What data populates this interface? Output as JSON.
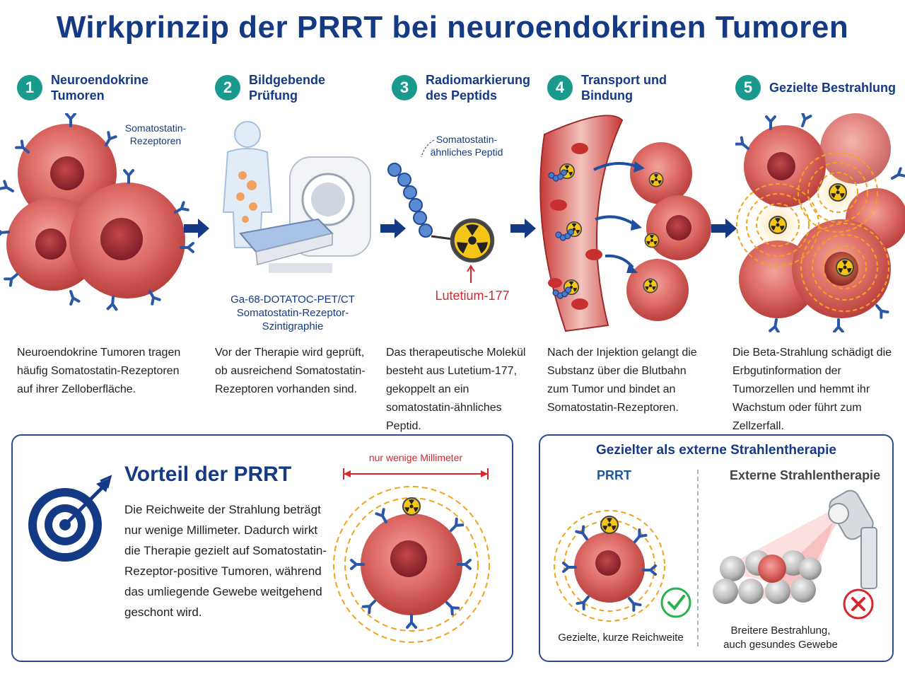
{
  "title": "Wirkprinzip der PRRT bei neuroendokrinen Tumoren",
  "steps": [
    {
      "num": "1",
      "title": "Neuroendokrine Tumoren",
      "desc": "Neuroendokrine Tumoren tragen häufig Somatostatin-Rezeptoren auf ihrer Zelloberfläche."
    },
    {
      "num": "2",
      "title": "Bildgebende Prüfung",
      "desc": "Vor der Therapie wird geprüft, ob ausreichend Somatostatin-Rezeptoren vorhanden sind."
    },
    {
      "num": "3",
      "title": "Radiomarkierung des Peptids",
      "desc": "Das therapeutische Molekül besteht aus Lutetium-177, gekoppelt an ein somatostatin-ähnliches Peptid."
    },
    {
      "num": "4",
      "title": "Transport und Bindung",
      "desc": "Nach der Injektion gelangt die Substanz über die Blutbahn zum Tumor und bindet an Somatostatin-Rezeptoren."
    },
    {
      "num": "5",
      "title": "Gezielte Bestrahlung",
      "desc": "Die Beta-Strahlung schädigt die Erbgutinformation der Tumorzellen und hemmt ihr Wachstum oder führt zum Zellzerfall."
    }
  ],
  "labels": {
    "receptors_l1": "Somatostatin-",
    "receptors_l2": "Rezeptoren",
    "scan_l1": "Ga-68-DOTATOC-PET/CT",
    "scan_l2": "Somatostatin-Rezeptor-",
    "scan_l3": "Szintigraphie",
    "peptide_l1": "Somatostatin-",
    "peptide_l2": "ähnliches Peptid",
    "isotope": "Lutetium-177"
  },
  "advantage": {
    "title": "Vorteil der PRRT",
    "text": "Die Reichweite der Strahlung beträgt nur wenige Millimeter. Dadurch wirkt die Therapie gezielt auf Somatostatin-Rezeptor-positive Tumoren, während das umliegende Gewebe weitgehend geschont wird.",
    "range_label": "nur wenige Millimeter"
  },
  "compare": {
    "title": "Gezielter als externe Strahlentherapie",
    "prrt_label": "PRRT",
    "ext_label": "Externe Strahlentherapie",
    "prrt_caption": "Gezielte, kurze Reichweite",
    "ext_caption_l1": "Breitere Bestrahlung,",
    "ext_caption_l2": "auch gesundes Gewebe"
  },
  "colors": {
    "brand_blue": "#153a85",
    "teal": "#1a9a8c",
    "cell_red": "#d9625e",
    "receptor_blue": "#2a57a6",
    "isotope_red": "#d8262c",
    "check_green": "#2bb24c",
    "cross_red": "#d8262c"
  }
}
